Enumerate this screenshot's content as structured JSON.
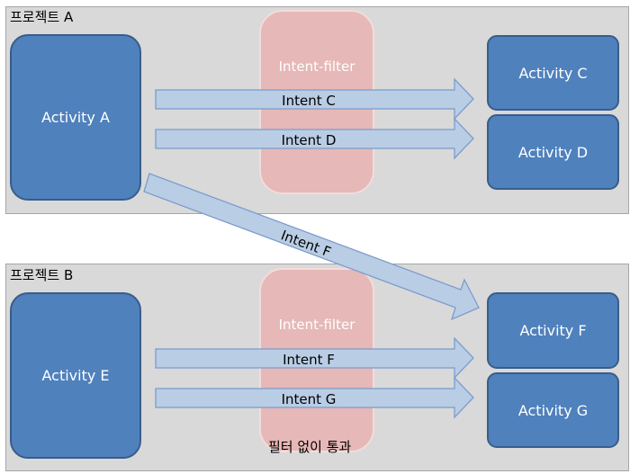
{
  "projects": [
    {
      "label": "프로젝트 A",
      "filter_label": "Intent-filter",
      "activities": {
        "main": "Activity A",
        "top_right": "Activity C",
        "bottom_right": "Activity D"
      }
    },
    {
      "label": "프로젝트 B",
      "filter_label": "Intent-filter",
      "activities": {
        "main": "Activity E",
        "top_right": "Activity F",
        "bottom_right": "Activity G"
      }
    }
  ],
  "arrows": {
    "a_to_c": "Intent C",
    "a_to_d": "Intent D",
    "a_to_f": "Intent F",
    "e_to_f": "Intent F",
    "e_to_g": "Intent G"
  },
  "note": "필터 없이 통과",
  "colors": {
    "project_bg": "#d9d9d9",
    "filter_fill": "#e6b8b7",
    "activity_fill": "#4f81bd",
    "arrow_fill": "#b9cde5"
  }
}
